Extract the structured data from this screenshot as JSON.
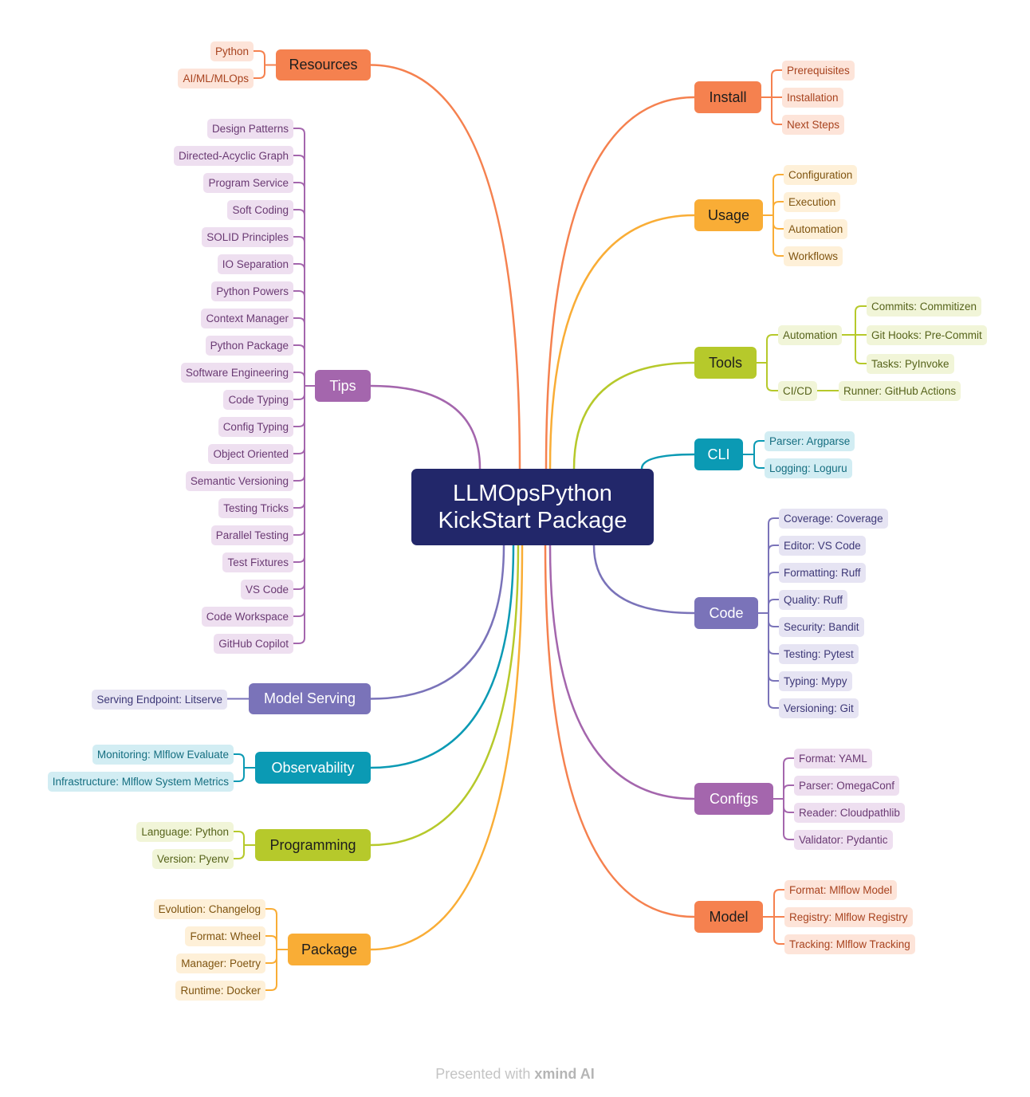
{
  "root": {
    "line1": "LLMOpsPython",
    "line2": "KickStart Package",
    "color": "#22276a"
  },
  "palettes": {
    "orange": {
      "main": "#f5814f",
      "light": "#fde4d9",
      "text": "#a8431f",
      "mainText": "#1d1d1d"
    },
    "yellow": {
      "main": "#f9ad36",
      "light": "#fef0d8",
      "text": "#7f5410",
      "mainText": "#1d1d1d"
    },
    "green": {
      "main": "#b6c92b",
      "light": "#f1f5d8",
      "text": "#56631a",
      "mainText": "#1d1d1d"
    },
    "cyan": {
      "main": "#0b9ab4",
      "light": "#d2edf3",
      "text": "#156e80",
      "mainText": "#ffffff"
    },
    "indigo": {
      "main": "#7a73b9",
      "light": "#e6e4f3",
      "text": "#3d3877",
      "mainText": "#ffffff"
    },
    "purple": {
      "main": "#a466ad",
      "light": "#eedff0",
      "text": "#6a3a73",
      "mainText": "#ffffff"
    }
  },
  "branches": [
    {
      "label": "Install",
      "palette": "orange",
      "children": [
        {
          "label": "Prerequisites"
        },
        {
          "label": "Installation"
        },
        {
          "label": "Next Steps"
        }
      ]
    },
    {
      "label": "Usage",
      "palette": "yellow",
      "children": [
        {
          "label": "Configuration"
        },
        {
          "label": "Execution"
        },
        {
          "label": "Automation"
        },
        {
          "label": "Workflows"
        }
      ]
    },
    {
      "label": "Tools",
      "palette": "green",
      "children": [
        {
          "label": "Automation",
          "children": [
            {
              "label": "Commits: Commitizen"
            },
            {
              "label": "Git Hooks: Pre-Commit"
            },
            {
              "label": "Tasks: PyInvoke"
            }
          ]
        },
        {
          "label": "CI/CD",
          "children": [
            {
              "label": "Runner: GitHub Actions"
            }
          ]
        }
      ]
    },
    {
      "label": "CLI",
      "palette": "cyan",
      "children": [
        {
          "label": "Parser: Argparse"
        },
        {
          "label": "Logging: Loguru"
        }
      ]
    },
    {
      "label": "Code",
      "palette": "indigo",
      "children": [
        {
          "label": "Coverage: Coverage"
        },
        {
          "label": "Editor: VS Code"
        },
        {
          "label": "Formatting: Ruff"
        },
        {
          "label": "Quality: Ruff"
        },
        {
          "label": "Security: Bandit"
        },
        {
          "label": "Testing: Pytest"
        },
        {
          "label": "Typing: Mypy"
        },
        {
          "label": "Versioning: Git"
        }
      ]
    },
    {
      "label": "Configs",
      "palette": "purple",
      "children": [
        {
          "label": "Format: YAML"
        },
        {
          "label": "Parser: OmegaConf"
        },
        {
          "label": "Reader: Cloudpathlib"
        },
        {
          "label": "Validator: Pydantic"
        }
      ]
    },
    {
      "label": "Model",
      "palette": "orange",
      "children": [
        {
          "label": "Format: Mlflow Model"
        },
        {
          "label": "Registry: Mlflow Registry"
        },
        {
          "label": "Tracking: Mlflow Tracking"
        }
      ]
    },
    {
      "label": "Package",
      "palette": "yellow",
      "children": [
        {
          "label": "Evolution: Changelog"
        },
        {
          "label": "Format: Wheel"
        },
        {
          "label": "Manager: Poetry"
        },
        {
          "label": "Runtime: Docker"
        }
      ]
    },
    {
      "label": "Programming",
      "palette": "green",
      "children": [
        {
          "label": "Language: Python"
        },
        {
          "label": "Version: Pyenv"
        }
      ]
    },
    {
      "label": "Observability",
      "palette": "cyan",
      "children": [
        {
          "label": "Monitoring: Mlflow Evaluate"
        },
        {
          "label": "Infrastructure: Mlflow System Metrics"
        }
      ]
    },
    {
      "label": "Model Serving",
      "palette": "indigo",
      "children": [
        {
          "label": "Serving Endpoint: Litserve"
        }
      ]
    },
    {
      "label": "Tips",
      "palette": "purple",
      "children": [
        {
          "label": "Design Patterns"
        },
        {
          "label": "Directed-Acyclic Graph"
        },
        {
          "label": "Program Service"
        },
        {
          "label": "Soft Coding"
        },
        {
          "label": "SOLID Principles"
        },
        {
          "label": "IO Separation"
        },
        {
          "label": "Python Powers"
        },
        {
          "label": "Context Manager"
        },
        {
          "label": "Python Package"
        },
        {
          "label": "Software Engineering"
        },
        {
          "label": "Code Typing"
        },
        {
          "label": "Config Typing"
        },
        {
          "label": "Object Oriented"
        },
        {
          "label": "Semantic Versioning"
        },
        {
          "label": "Testing Tricks"
        },
        {
          "label": "Parallel Testing"
        },
        {
          "label": "Test Fixtures"
        },
        {
          "label": "VS Code"
        },
        {
          "label": "Code Workspace"
        },
        {
          "label": "GitHub Copilot"
        }
      ]
    },
    {
      "label": "Resources",
      "palette": "orange",
      "children": [
        {
          "label": "Python"
        },
        {
          "label": "AI/ML/MLOps"
        }
      ]
    }
  ],
  "footer": {
    "prefix": "Presented with",
    "brand": "xmind AI"
  }
}
